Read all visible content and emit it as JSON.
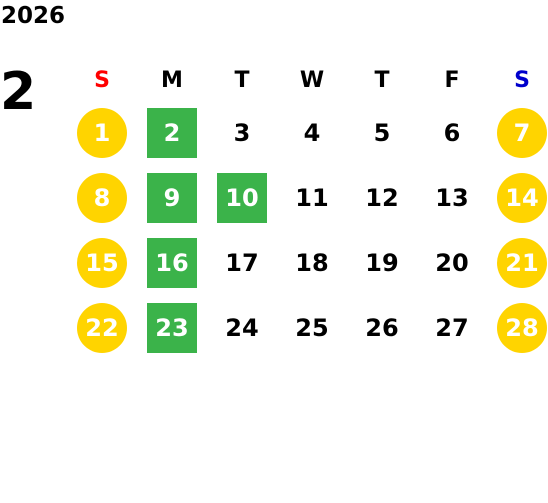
{
  "calendar": {
    "year": "2026",
    "month": "2",
    "weekdays": [
      "S",
      "M",
      "T",
      "W",
      "T",
      "F",
      "S"
    ],
    "weekday_colors": [
      "#ff0000",
      "#000000",
      "#000000",
      "#000000",
      "#000000",
      "#000000",
      "#0000cc"
    ],
    "weeks": [
      [
        {
          "label": "1",
          "style": "weekend"
        },
        {
          "label": "2",
          "style": "holiday"
        },
        {
          "label": "3",
          "style": "normal"
        },
        {
          "label": "4",
          "style": "normal"
        },
        {
          "label": "5",
          "style": "normal"
        },
        {
          "label": "6",
          "style": "normal"
        },
        {
          "label": "7",
          "style": "weekend"
        }
      ],
      [
        {
          "label": "8",
          "style": "weekend"
        },
        {
          "label": "9",
          "style": "holiday"
        },
        {
          "label": "10",
          "style": "holiday"
        },
        {
          "label": "11",
          "style": "normal"
        },
        {
          "label": "12",
          "style": "normal"
        },
        {
          "label": "13",
          "style": "normal"
        },
        {
          "label": "14",
          "style": "weekend"
        }
      ],
      [
        {
          "label": "15",
          "style": "weekend"
        },
        {
          "label": "16",
          "style": "holiday"
        },
        {
          "label": "17",
          "style": "normal"
        },
        {
          "label": "18",
          "style": "normal"
        },
        {
          "label": "19",
          "style": "normal"
        },
        {
          "label": "20",
          "style": "normal"
        },
        {
          "label": "21",
          "style": "weekend"
        }
      ],
      [
        {
          "label": "22",
          "style": "weekend"
        },
        {
          "label": "23",
          "style": "holiday"
        },
        {
          "label": "24",
          "style": "normal"
        },
        {
          "label": "25",
          "style": "normal"
        },
        {
          "label": "26",
          "style": "normal"
        },
        {
          "label": "27",
          "style": "normal"
        },
        {
          "label": "28",
          "style": "weekend"
        }
      ]
    ],
    "colors": {
      "weekend_fill": "#ffd400",
      "holiday_fill": "#3bb34a",
      "highlight_text": "#ffffff",
      "text": "#000000"
    }
  }
}
